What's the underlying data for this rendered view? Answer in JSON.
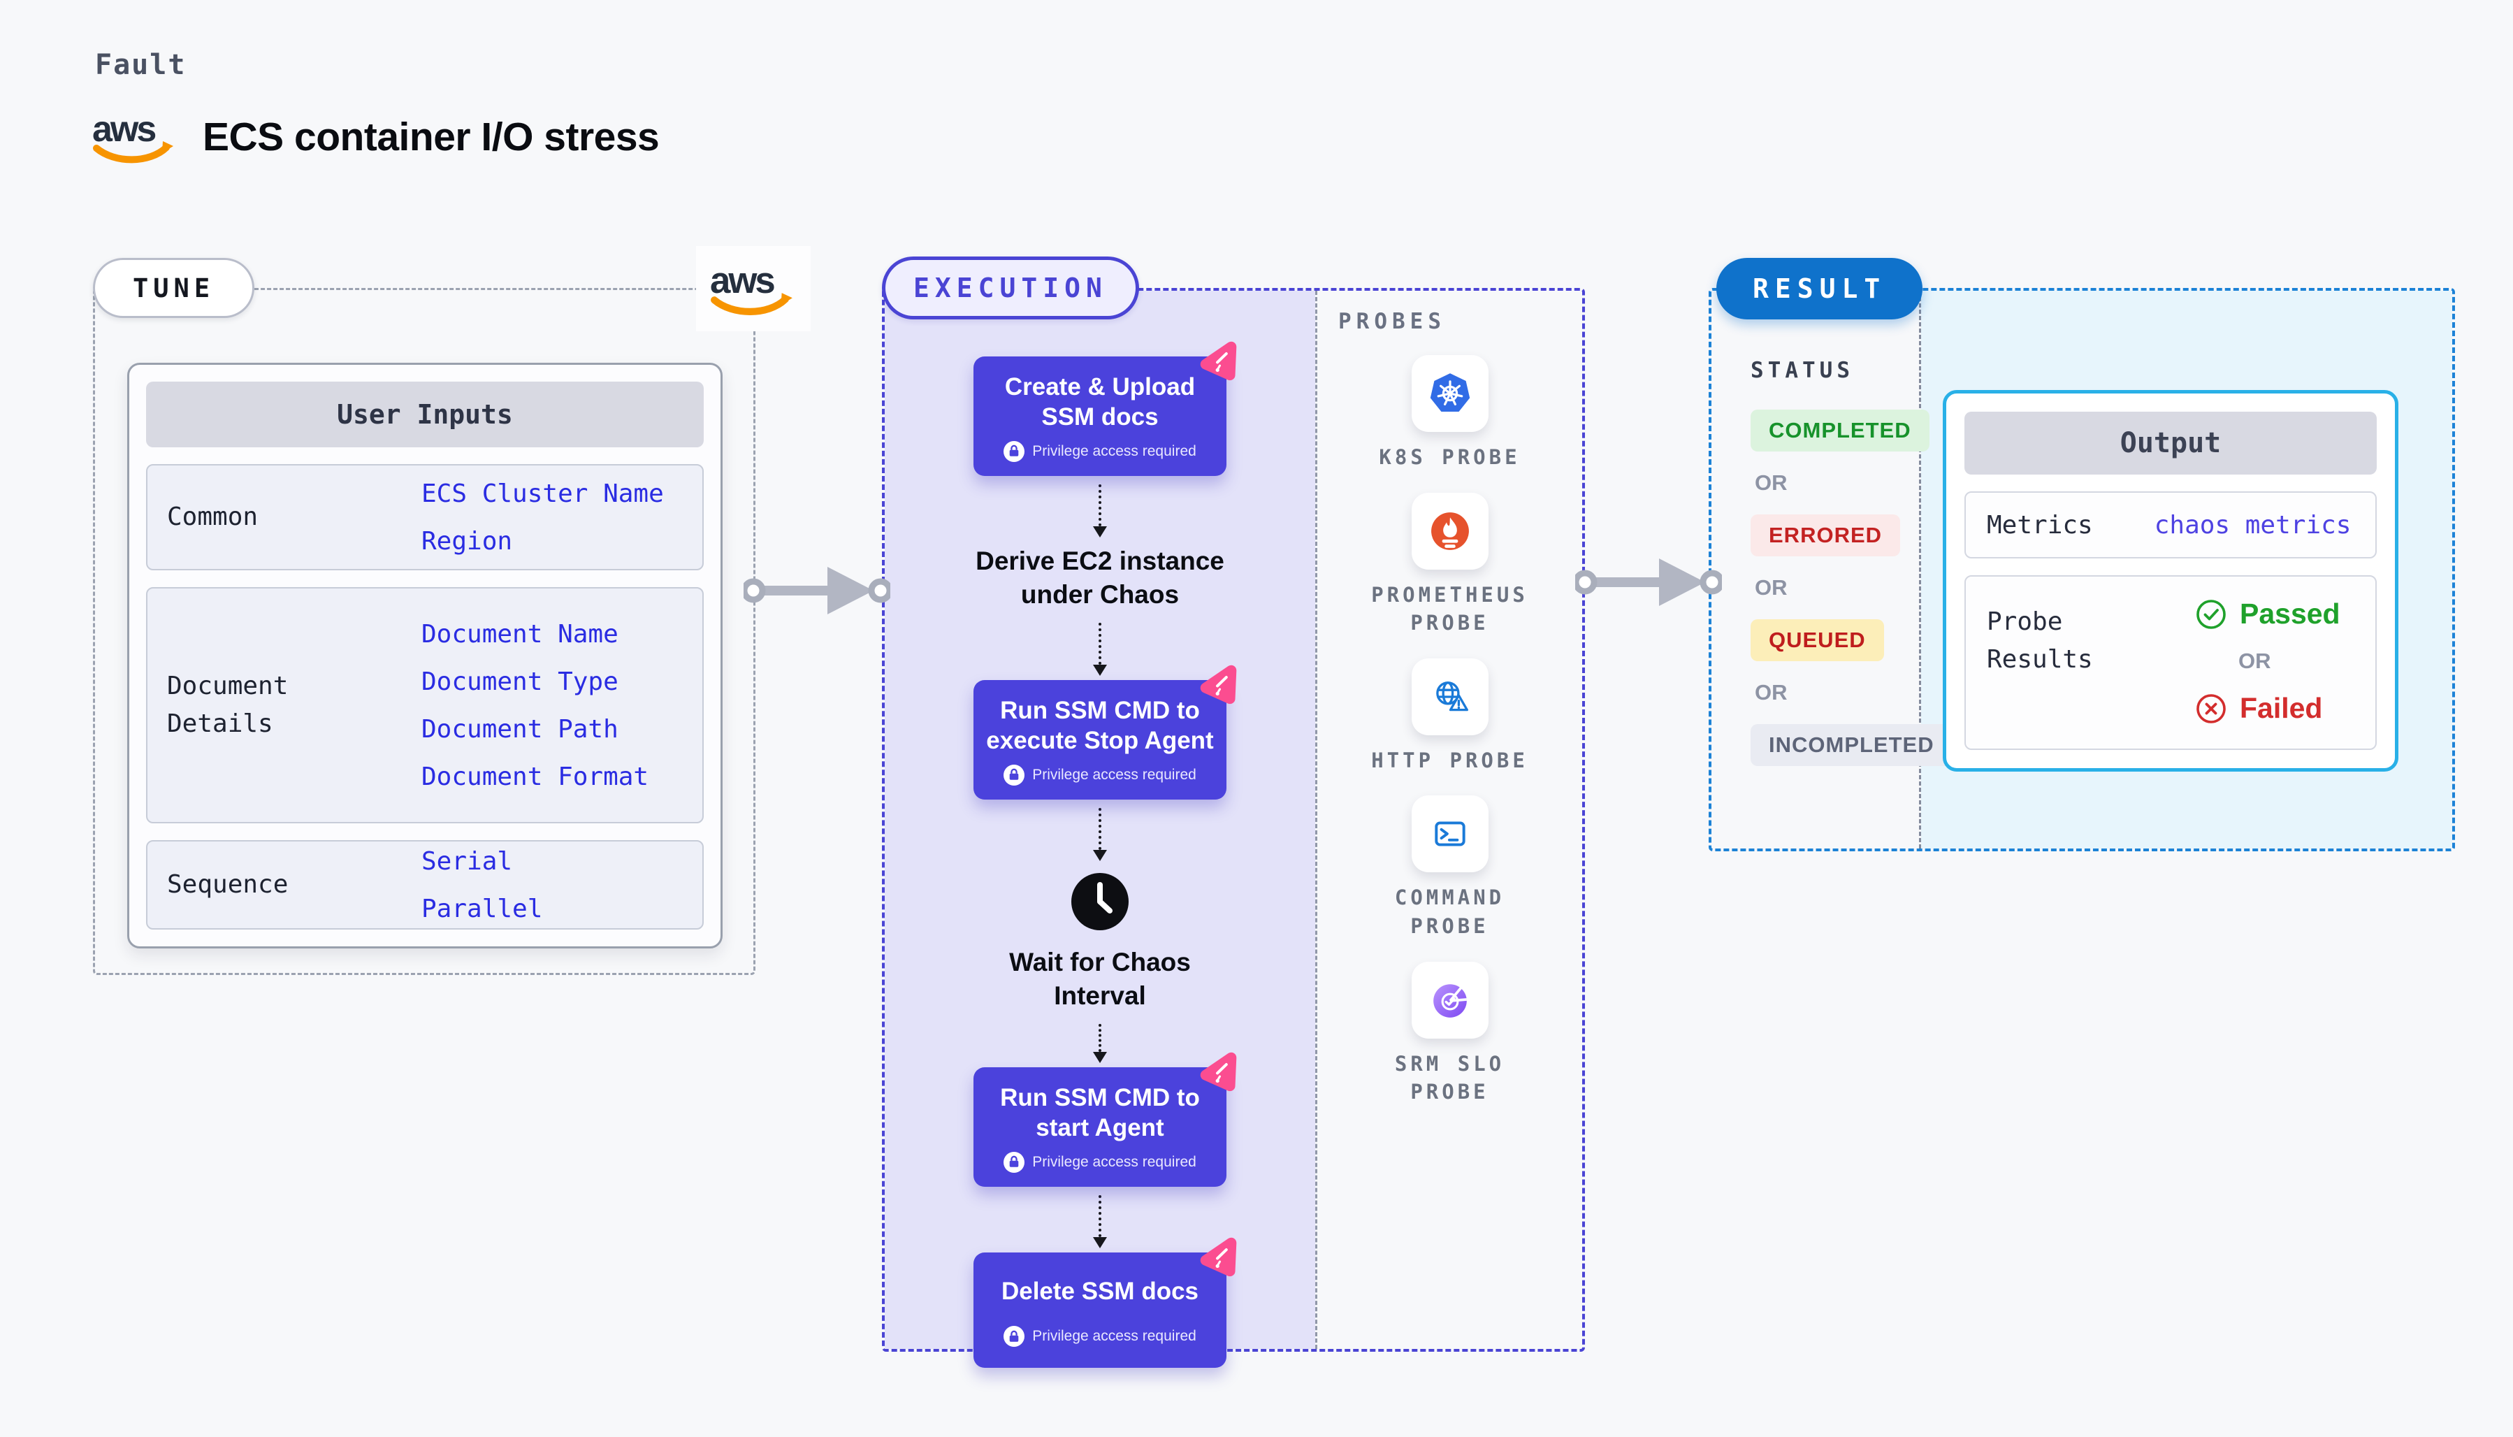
{
  "header": {
    "kicker": "Fault",
    "title": "ECS container I/O stress",
    "aws_logo": "aws-logo"
  },
  "tune": {
    "label": "TUNE",
    "user_inputs": {
      "title": "User Inputs",
      "rows": [
        {
          "label": "Common",
          "values": [
            "ECS Cluster Name",
            "Region"
          ]
        },
        {
          "label": "Document Details",
          "values": [
            "Document Name",
            "Document Type",
            "Document Path",
            "Document Format"
          ]
        },
        {
          "label": "Sequence",
          "values": [
            "Serial",
            "Parallel"
          ]
        }
      ]
    }
  },
  "execution": {
    "label": "EXECUTION",
    "privilege_note": "Privilege access required",
    "steps": [
      {
        "type": "action",
        "line1": "Create & Upload",
        "line2": "SSM docs"
      },
      {
        "type": "label",
        "line1": "Derive EC2 instance",
        "line2": "under Chaos"
      },
      {
        "type": "action",
        "line1": "Run SSM CMD to",
        "line2": "execute Stop Agent"
      },
      {
        "type": "wait",
        "line1": "Wait for Chaos",
        "line2": "Interval"
      },
      {
        "type": "action",
        "line1": "Run SSM CMD to",
        "line2": "start Agent"
      },
      {
        "type": "action",
        "line1": "Delete SSM docs",
        "line2": ""
      }
    ],
    "probes": {
      "label": "PROBES",
      "items": [
        {
          "icon": "kubernetes-icon",
          "line1": "K8S PROBE",
          "line2": ""
        },
        {
          "icon": "prometheus-icon",
          "line1": "PROMETHEUS",
          "line2": "PROBE"
        },
        {
          "icon": "http-globe-icon",
          "line1": "HTTP PROBE",
          "line2": ""
        },
        {
          "icon": "command-terminal-icon",
          "line1": "COMMAND",
          "line2": "PROBE"
        },
        {
          "icon": "srm-slo-icon",
          "line1": "SRM SLO",
          "line2": "PROBE"
        }
      ]
    }
  },
  "result": {
    "label": "RESULT",
    "status": {
      "label": "STATUS",
      "separator": "OR",
      "badges": [
        {
          "text": "COMPLETED",
          "type": "completed"
        },
        {
          "text": "ERRORED",
          "type": "errored"
        },
        {
          "text": "QUEUED",
          "type": "queued"
        },
        {
          "text": "INCOMPLETED",
          "type": "incompleted"
        }
      ]
    },
    "output": {
      "title": "Output",
      "metrics_label": "Metrics",
      "metrics_value": "chaos metrics",
      "probe_results_label1": "Probe",
      "probe_results_label2": "Results",
      "passed": "Passed",
      "failed": "Failed",
      "separator": "OR"
    }
  },
  "colors": {
    "accent_indigo": "#4a44d4",
    "button_purple": "#4b42dc",
    "execution_bg": "#e3e2f9",
    "result_blue": "#0f72cb",
    "result_border": "#1c82d6",
    "output_border": "#29b0e7",
    "output_bg": "#e7f5fc",
    "value_blue": "#2a2ce2",
    "passed_green": "#1fa12b",
    "failed_red": "#d32d2d",
    "pin_pink": "#fb4d90",
    "aws_orange": "#f79400"
  }
}
